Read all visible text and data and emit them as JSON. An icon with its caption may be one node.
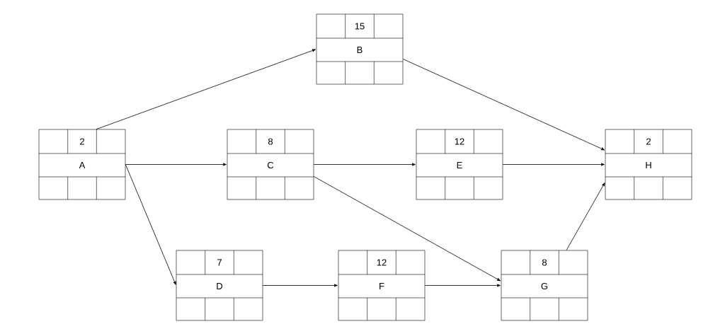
{
  "diagram": {
    "nodes": [
      {
        "text": [
          "2",
          "A"
        ]
      },
      {
        "text": [
          "15",
          "B"
        ]
      },
      {
        "text": [
          "8",
          "C"
        ]
      },
      {
        "text": [
          "7",
          "D"
        ]
      },
      {
        "text": [
          "12",
          "E"
        ]
      },
      {
        "text": [
          "12",
          "F"
        ]
      },
      {
        "text": [
          "8",
          "G"
        ]
      },
      {
        "text": [
          "2",
          "H"
        ]
      }
    ],
    "edges": [
      {
        "from": 0,
        "to": 1,
        "arrow": "to"
      },
      {
        "from": 0,
        "to": 2,
        "arrow": "to"
      },
      {
        "from": 0,
        "to": 3,
        "arrow": "to"
      },
      {
        "from": 1,
        "to": 7,
        "arrow": "to"
      },
      {
        "from": 2,
        "to": 4,
        "arrow": "to"
      },
      {
        "from": 2,
        "to": 6,
        "arrow": "to"
      },
      {
        "from": 4,
        "to": 7,
        "arrow": "to"
      },
      {
        "from": 3,
        "to": 5,
        "arrow": "to"
      },
      {
        "from": 5,
        "to": 6,
        "arrow": "to"
      },
      {
        "from": 6,
        "to": 7,
        "arrow": "to"
      }
    ]
  }
}
